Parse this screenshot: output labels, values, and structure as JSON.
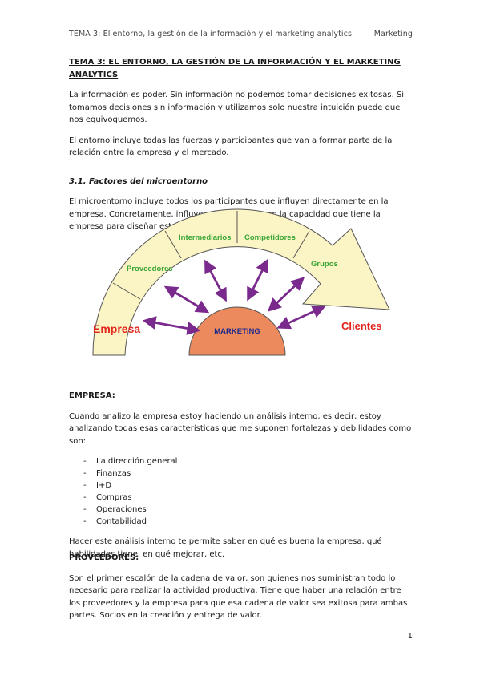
{
  "header": {
    "left": "TEMA 3: El entorno, la gestión de la información y el marketing analytics",
    "right": "Marketing"
  },
  "content": {
    "title": "TEMA 3: EL ENTORNO, LA GESTIÓN DE LA INFORMACIÓN Y EL MARKETING ANALYTICS",
    "p1": "La información es poder. Sin información no podemos tomar decisiones exitosas. Si tomamos decisiones sin información y utilizamos solo nuestra intuición puede que nos equivoquemos.",
    "p2": "El entorno incluye todas las fuerzas y participantes que van a formar parte de la relación entre la empresa y el mercado.",
    "sub1": "3.1. Factores del microentorno",
    "p3": "El microentorno incluye todos los participantes que influyen directamente en la empresa. Concretamente, influyen directamente en la capacidad que tiene la empresa para diseñar estrategias dirigidas al éxito."
  },
  "diagram": {
    "labels": {
      "empresa": "Empresa",
      "proveedores": "Proveedores",
      "intermediarios": "Intermediarios",
      "competidores": "Competidores",
      "grupos": "Grupos",
      "clientes": "Clientes",
      "center": "MARKETING"
    },
    "colors": {
      "arc_fill": "#fbf4c4",
      "center_fill": "#ec8a5e",
      "arrow": "#7a2a8c",
      "green_text": "#3aa635",
      "red_text": "#e1261c",
      "center_text": "#1c2a8a"
    }
  },
  "empresa": {
    "heading": "EMPRESA:",
    "p": "Cuando analizo la empresa estoy haciendo un análisis interno, es decir, estoy analizando todas esas características que me suponen fortalezas y debilidades como son:",
    "items": [
      "La dirección general",
      "Finanzas",
      "I+D",
      "Compras",
      "Operaciones",
      "Contabilidad"
    ],
    "p2": "Hacer este análisis interno te permite saber en qué es buena la empresa, qué habilidades tiene, en qué mejorar, etc."
  },
  "proveedores": {
    "heading": "PROVEEDORES:",
    "p": "Son el primer escalón de la cadena de valor, son quienes nos suministran todo lo necesario para realizar la actividad productiva. Tiene que haber una relación entre los proveedores y la empresa para que esa cadena de valor sea exitosa para ambas partes. Socios en la creación y entrega de valor."
  },
  "page_number": "1"
}
